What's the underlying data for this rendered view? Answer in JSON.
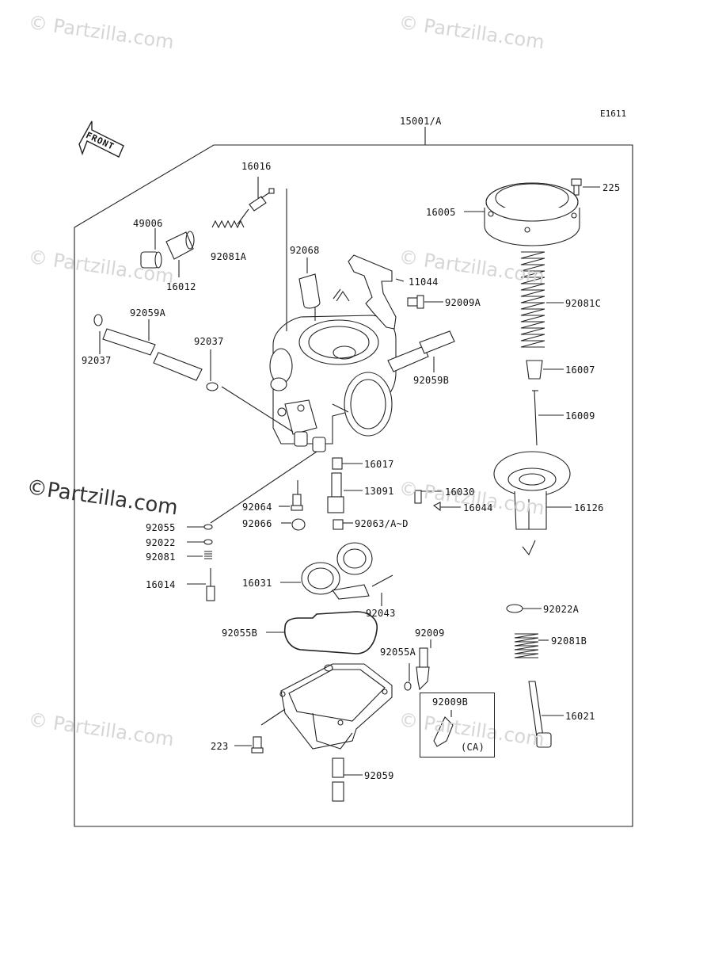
{
  "diagram": {
    "code": "E1611",
    "assembly_label": "15001/A",
    "front_label": "FRONT",
    "ca_box": {
      "part": "92009B",
      "note": "(CA)"
    }
  },
  "watermark": {
    "text": "Partzilla.com",
    "symbol": "©",
    "main_text": "Partzilla.com"
  },
  "parts": [
    {
      "id": "p16016",
      "label": "16016"
    },
    {
      "id": "p49006",
      "label": "49006"
    },
    {
      "id": "p92081A",
      "label": "92081A"
    },
    {
      "id": "p16012",
      "label": "16012"
    },
    {
      "id": "p92068",
      "label": "92068"
    },
    {
      "id": "p11044",
      "label": "11044"
    },
    {
      "id": "p92009A",
      "label": "92009A"
    },
    {
      "id": "p92059A",
      "label": "92059A"
    },
    {
      "id": "p92037a",
      "label": "92037"
    },
    {
      "id": "p92037b",
      "label": "92037"
    },
    {
      "id": "p92059B",
      "label": "92059B"
    },
    {
      "id": "p16017",
      "label": "16017"
    },
    {
      "id": "p13091",
      "label": "13091"
    },
    {
      "id": "p16030",
      "label": "16030"
    },
    {
      "id": "p16044",
      "label": "16044"
    },
    {
      "id": "p92064",
      "label": "92064"
    },
    {
      "id": "p92066",
      "label": "92066"
    },
    {
      "id": "p92063",
      "label": "92063/A~D"
    },
    {
      "id": "p92055",
      "label": "92055"
    },
    {
      "id": "p92022",
      "label": "92022"
    },
    {
      "id": "p92081",
      "label": "92081"
    },
    {
      "id": "p16014",
      "label": "16014"
    },
    {
      "id": "p16031",
      "label": "16031"
    },
    {
      "id": "p92043",
      "label": "92043"
    },
    {
      "id": "p92055B",
      "label": "92055B"
    },
    {
      "id": "p92009",
      "label": "92009"
    },
    {
      "id": "p92055A",
      "label": "92055A"
    },
    {
      "id": "p223",
      "label": "223"
    },
    {
      "id": "p92059",
      "label": "92059"
    },
    {
      "id": "p225",
      "label": "225"
    },
    {
      "id": "p16005",
      "label": "16005"
    },
    {
      "id": "p92081C",
      "label": "92081C"
    },
    {
      "id": "p16007",
      "label": "16007"
    },
    {
      "id": "p16009",
      "label": "16009"
    },
    {
      "id": "p16126",
      "label": "16126"
    },
    {
      "id": "p92022A",
      "label": "92022A"
    },
    {
      "id": "p92081B",
      "label": "92081B"
    },
    {
      "id": "p16021",
      "label": "16021"
    }
  ]
}
